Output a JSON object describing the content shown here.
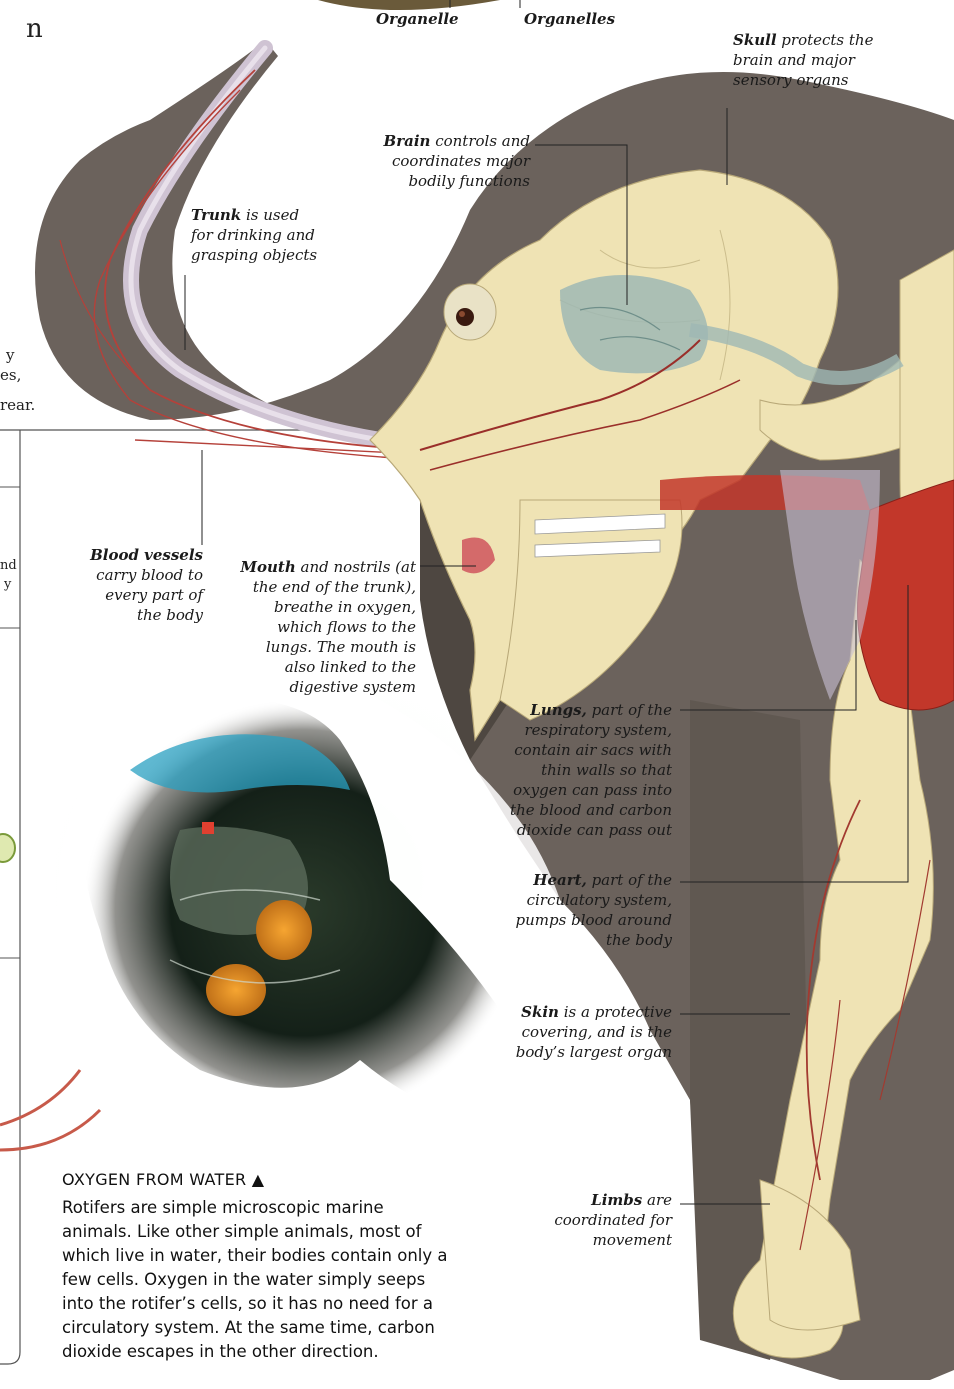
{
  "top_labels": {
    "organelle": "Organelle",
    "organelles": "Organelles"
  },
  "edge_fragments": {
    "top_left": "n",
    "left_1": "y",
    "left_2": "es,",
    "left_3": "rear.",
    "box_1": "nd",
    "box_2": "y"
  },
  "labels": {
    "skull": {
      "term": "Skull",
      "text": " protects the brain and major sensory organs"
    },
    "brain": {
      "term": "Brain",
      "text": " controls and coordinates major bodily functions"
    },
    "trunk": {
      "term": "Trunk",
      "text": " is used for drinking and grasping objects"
    },
    "blood_vessels": {
      "term": "Blood vessels",
      "text": " carry blood to every part of the body"
    },
    "mouth": {
      "term": "Mouth",
      "text": " and nostrils (at the end of the trunk), breathe in oxygen, which flows to the lungs. The mouth is also linked to the digestive system"
    },
    "lungs": {
      "term": "Lungs,",
      "text": " part of the respiratory system, contain air sacs with thin walls so that oxygen can pass into the blood and carbon dioxide can pass out"
    },
    "heart": {
      "term": "Heart,",
      "text": " part of the circulatory system, pumps blood around the body"
    },
    "skin": {
      "term": "Skin",
      "text": " is a protective covering, and is the body’s largest organ"
    },
    "limbs": {
      "term": "Limbs",
      "text": " are coordinated for movement"
    }
  },
  "caption": {
    "title": "OXYGEN FROM WATER ▲",
    "body": "Rotifers are simple microscopic marine animals. Like other simple animals, most of which live in water, their bodies contain only a few cells. Oxygen in the water simply seeps into the rotifer’s cells, so it has no need for a circulatory system. At the same time, carbon dioxide escapes in the other direction."
  },
  "colors": {
    "elephant_skin": "#6b625c",
    "bone": "#efe3b4",
    "muscle": "#c2372a",
    "vessel": "#b5413a",
    "trunk_tube": "#cfc3d3",
    "lung": "#9fb8b4",
    "leader": "#222222"
  }
}
